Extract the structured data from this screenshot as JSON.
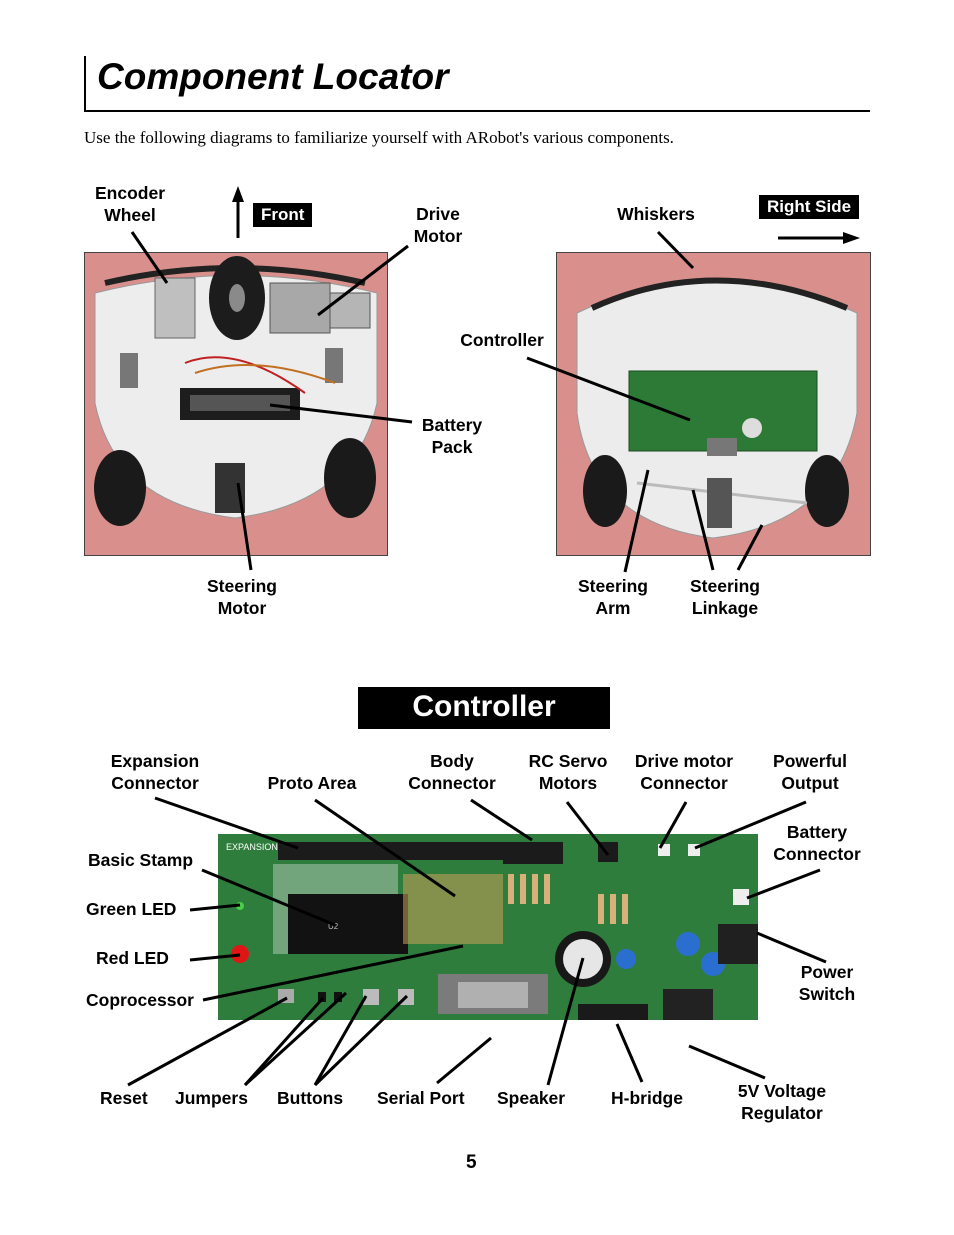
{
  "header": {
    "title": "Component Locator",
    "intro": "Use the following diagrams to familiarize yourself with ARobot's various components."
  },
  "top_view": {
    "front_tag": "Front",
    "labels": {
      "encoder_wheel": [
        "Encoder",
        "Wheel"
      ],
      "drive_motor": [
        "Drive",
        "Motor"
      ],
      "battery_pack": [
        "Battery",
        "Pack"
      ],
      "steering_motor": [
        "Steering",
        "Motor"
      ]
    }
  },
  "side_view": {
    "right_side_tag": "Right Side",
    "labels": {
      "whiskers": "Whiskers",
      "controller": "Controller",
      "steering_arm": [
        "Steering",
        "Arm"
      ],
      "steering_linkage": [
        "Steering",
        "Linkage"
      ]
    }
  },
  "controller": {
    "heading": "Controller",
    "labels": {
      "expansion_connector": [
        "Expansion",
        "Connector"
      ],
      "proto_area": "Proto Area",
      "body_connector": [
        "Body",
        "Connector"
      ],
      "rc_servo_motors": [
        "RC Servo",
        "Motors"
      ],
      "drive_motor_connector": [
        "Drive motor",
        "Connector"
      ],
      "powerful_output": [
        "Powerful",
        "Output"
      ],
      "battery_connector": [
        "Battery",
        "Connector"
      ],
      "basic_stamp": "Basic Stamp",
      "green_led": "Green LED",
      "red_led": "Red LED",
      "coprocessor": "Coprocessor",
      "power_switch": [
        "Power",
        "Switch"
      ],
      "reset": "Reset",
      "jumpers": "Jumpers",
      "buttons": "Buttons",
      "serial_port": "Serial Port",
      "speaker": "Speaker",
      "h_bridge": "H-bridge",
      "regulator": [
        "5V Voltage",
        "Regulator"
      ]
    },
    "board_print": {
      "expansion_label": "EXPANSION",
      "chip_label": "U2"
    }
  },
  "footer": {
    "page_number": "5"
  }
}
